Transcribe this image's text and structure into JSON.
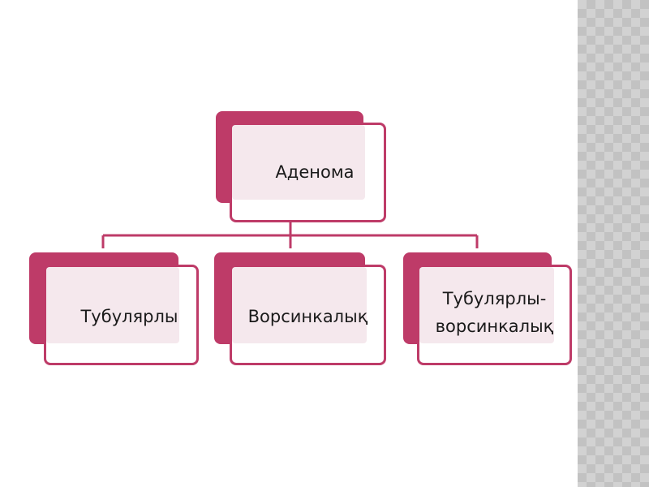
{
  "colors": {
    "accent": "#be3b68",
    "card_border": "#be3b68",
    "card_tint": "#f5e8ed",
    "connector": "#be3b68",
    "side_pattern": "#d2d2d2"
  },
  "diagram": {
    "root": {
      "label": "Аденома"
    },
    "children": [
      {
        "label": "Тубулярлы"
      },
      {
        "label": "Ворсинкалық"
      },
      {
        "label": "Тубулярлы-\nворсинкалық"
      }
    ]
  }
}
